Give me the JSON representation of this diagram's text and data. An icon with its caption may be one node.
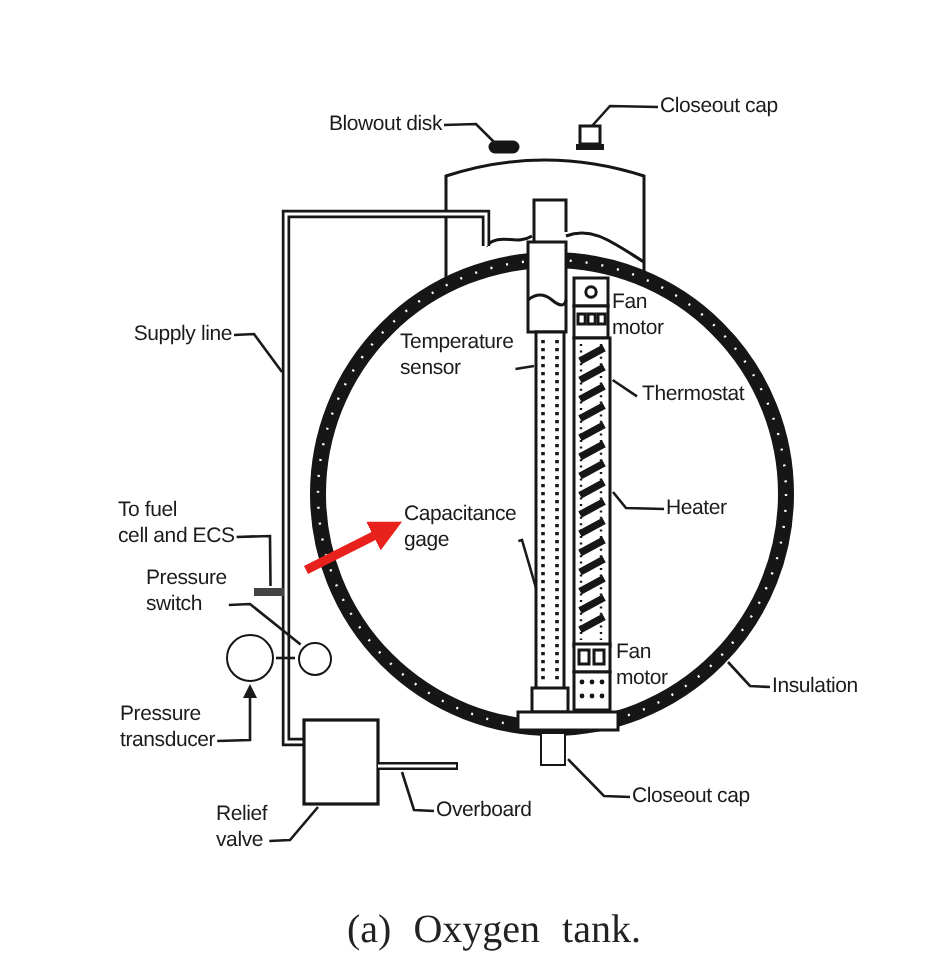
{
  "diagram": {
    "caption": "(a) Oxygen tank.",
    "nodes": [
      {
        "text": [
          "Blowout disk"
        ]
      },
      {
        "text": [
          "Closeout cap"
        ]
      },
      {
        "text": [
          "Supply line"
        ]
      },
      {
        "text": [
          "Temperature sensor"
        ]
      },
      {
        "text": [
          "Thermostat"
        ]
      },
      {
        "text": [
          "To fuel cell and ECS"
        ]
      },
      {
        "text": [
          "Capacitance gage"
        ]
      },
      {
        "text": [
          "Heater"
        ]
      },
      {
        "text": [
          "Pressure switch"
        ]
      },
      {
        "text": [],
        "shape": "bar"
      },
      {
        "text": [],
        "shape": "circle"
      },
      {
        "text": [],
        "shape": "circle"
      },
      {
        "text": [
          "Insulation"
        ]
      },
      {
        "text": [
          "Pressure transducer"
        ]
      },
      {
        "text": [],
        "shape": "box"
      },
      {
        "text": [
          "Closeout cap"
        ]
      },
      {
        "text": [
          "Overboard"
        ]
      },
      {
        "text": [
          "Relief valve"
        ]
      }
    ],
    "edges": [
      {
        "from": 0,
        "to": null,
        "arrow": "none"
      },
      {
        "from": 1,
        "to": null,
        "arrow": "none"
      },
      {
        "from": 2,
        "to": null,
        "arrow": "none"
      },
      {
        "from": 3,
        "to": null,
        "arrow": "none"
      },
      {
        "from": 4,
        "to": null,
        "arrow": "none"
      },
      {
        "from": 5,
        "to": 9,
        "arrow": "none"
      },
      {
        "from": null,
        "to": 6,
        "arrow": "to",
        "style": "thick",
        "color": "#e8211c"
      },
      {
        "from": 6,
        "to": null,
        "arrow": "none"
      },
      {
        "from": 7,
        "to": null,
        "arrow": "none"
      },
      {
        "from": 8,
        "to": 11,
        "arrow": "none"
      },
      {
        "from": 10,
        "to": 11,
        "arrow": "none"
      },
      {
        "from": 12,
        "to": null,
        "arrow": "none"
      },
      {
        "from": 13,
        "to": 10,
        "arrow": "to"
      },
      {
        "from": 15,
        "to": 14,
        "arrow": "none"
      },
      {
        "from": 16,
        "to": null,
        "arrow": "none"
      },
      {
        "from": 17,
        "to": null,
        "arrow": "none"
      }
    ],
    "labels": [
      "Fan motor",
      "Fan motor"
    ]
  }
}
